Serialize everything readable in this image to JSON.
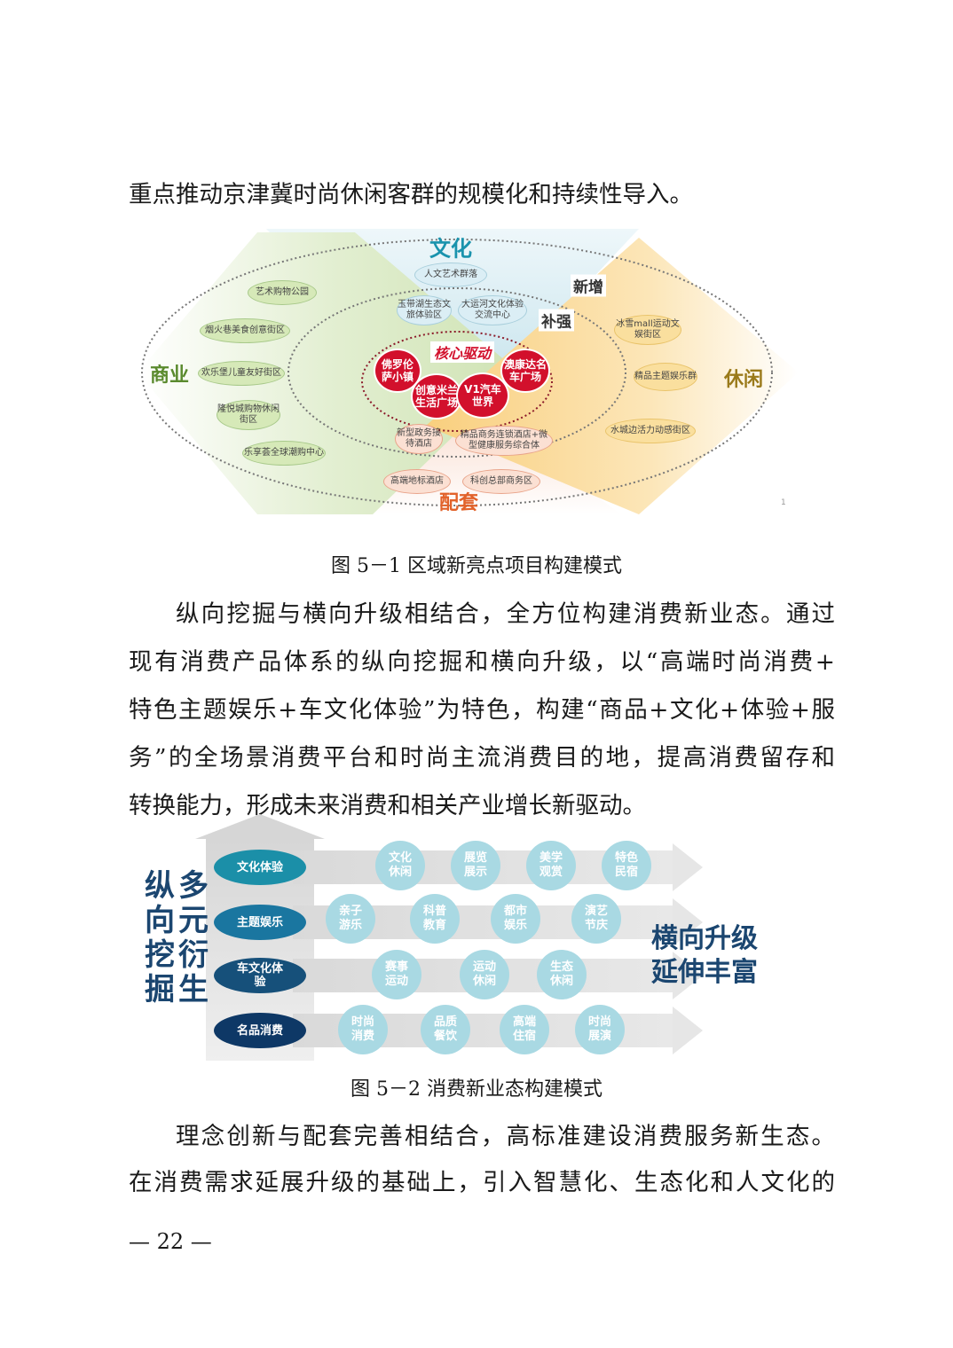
{
  "intro_line": "重点推动京津冀时尚休闲客群的规模化和持续性导入。",
  "figure1": {
    "caption": "图 5－1  区域新亮点项目构建模式",
    "sectors": {
      "culture": "文化",
      "commerce": "商业",
      "leisure": "休闲",
      "support": "配套"
    },
    "rings": {
      "added": "新增",
      "strengthened": "补强",
      "core": "核心驱动"
    },
    "culture_nodes": [
      "人文艺术群落",
      "玉带湖生态文旅体验区",
      "大运河文化体验交流中心"
    ],
    "commerce_nodes": [
      "艺术购物公园",
      "烟火巷美食创意街区",
      "欢乐堡儿童友好街区",
      "隆悦城购物休闲街区",
      "乐享荟全球潮购中心"
    ],
    "leisure_nodes": [
      "冰雪mall运动文娱街区",
      "精品主题娱乐群",
      "水城边活力动感街区"
    ],
    "support_nodes": [
      "新型政务接待酒店",
      "精品商务连锁酒店+微型健康服务综合体",
      "高端地标酒店",
      "科创总部商务区"
    ],
    "core_nodes": [
      "佛罗伦萨小镇",
      "创意米兰生活广场",
      "V1汽车世界",
      "澳康达名车广场"
    ],
    "slide_number": "1"
  },
  "paragraph2": [
    "纵向挖掘与横向升级相结合，全方位构建消费新业态。通过",
    "现有消费产品体系的纵向挖掘和横向升级，以“高端时尚消费+",
    "特色主题娱乐+车文化体验”为特色，构建“商品+文化+体验+服",
    "务”的全场景消费平台和时尚主流消费目的地，提高消费留存和",
    "转换能力，形成未来消费和相关产业增长新驱动。"
  ],
  "figure2": {
    "caption": "图 5－2  消费新业态构建模式",
    "vertical_label": [
      "纵",
      "向",
      "挖",
      "掘"
    ],
    "vertical_label2": [
      "多",
      "元",
      "衍",
      "生"
    ],
    "horizontal_label": [
      "横向升级",
      "延伸丰富"
    ],
    "rows": [
      {
        "label": "文化体验",
        "items": [
          "文化休闲",
          "展览展示",
          "美学观赏",
          "特色民宿"
        ]
      },
      {
        "label": "主题娱乐",
        "items": [
          "亲子游乐",
          "科普教育",
          "都市娱乐",
          "演艺节庆"
        ]
      },
      {
        "label": "车文化体验",
        "items": [
          "赛事运动",
          "运动休闲",
          "生态休闲"
        ]
      },
      {
        "label": "名品消费",
        "items": [
          "时尚消费",
          "品质餐饮",
          "高端住宿",
          "时尚展演"
        ]
      }
    ]
  },
  "paragraph3": [
    "理念创新与配套完善相结合，高标准建设消费服务新生态。",
    "在消费需求延展升级的基础上，引入智慧化、生态化和人文化的"
  ],
  "page_number": "— 22 —"
}
